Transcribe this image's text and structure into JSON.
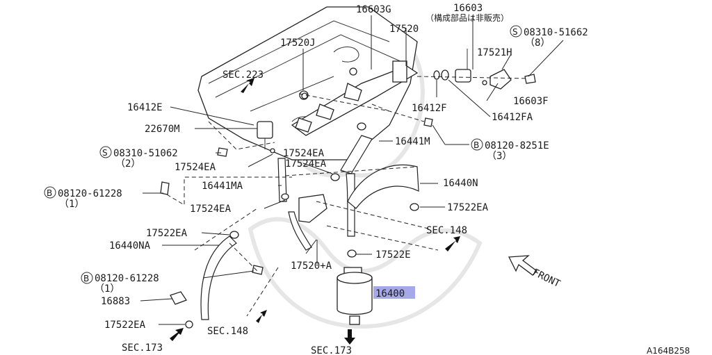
{
  "labels": {
    "p16603G": "16603G",
    "p16603": "16603",
    "p16603_note": "（構成部品は非販売）",
    "p17520J": "17520J",
    "p17520": "17520",
    "s08310_51662": "08310-51662",
    "q8": "（8）",
    "sec223": "SEC.223",
    "p17521H": "17521H",
    "p16412E": "16412E",
    "p16603F": "16603F",
    "p16412F": "16412F",
    "p16412FA": "16412FA",
    "p22670M": "22670M",
    "p16441M": "16441M",
    "s08310_51062": "08310-51062",
    "q2": "（2）",
    "b08120_8251E": "08120-8251E",
    "q3": "（3）",
    "p17524EA_a": "17524EA",
    "p17524EA_b": "17524EA",
    "p17524EA_c": "17524EA",
    "p16441MA": "16441MA",
    "p16440N": "16440N",
    "b08120_61228_a": "08120-61228",
    "q1_a": "（1）",
    "p17522EA_r": "17522EA",
    "p17524EA_d": "17524EA",
    "p17522EA_l": "17522EA",
    "sec148_r": "SEC.148",
    "p16440NA": "16440NA",
    "p17522E": "17522E",
    "p17520A": "17520+A",
    "b08120_61228_b": "08120-61228",
    "q1_b": "（1）",
    "front": "FRONT",
    "p16400": "16400",
    "p16883": "16883",
    "p17522EA_b": "17522EA",
    "sec148_b": "SEC.148",
    "sec173_l": "SEC.173",
    "sec173_c": "SEC.173",
    "ref": "A164B258",
    "circ_s": "S",
    "circ_b": "B"
  }
}
